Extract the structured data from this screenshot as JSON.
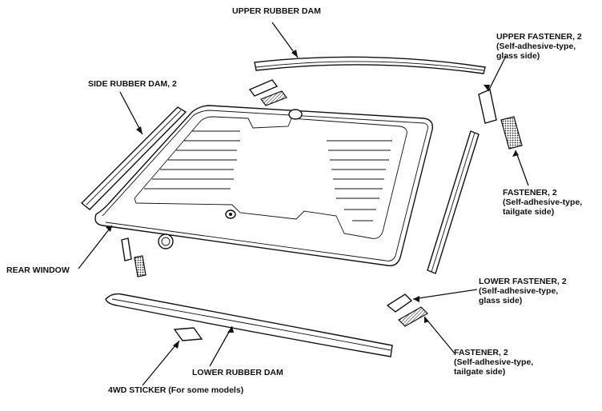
{
  "labels": {
    "upper_rubber_dam": "UPPER RUBBER DAM",
    "upper_fastener": [
      "UPPER FASTENER, 2",
      "(Self-adhesive-type,",
      "glass side)"
    ],
    "side_rubber_dam": "SIDE RUBBER DAM, 2",
    "fastener_tailgate_upper": [
      "FASTENER, 2",
      "(Self-adhesive-type,",
      "tailgate side)"
    ],
    "rear_window": "REAR WINDOW",
    "lower_fastener": [
      "LOWER FASTENER, 2",
      "(Self-adhesive-type,",
      "glass side)"
    ],
    "fastener_tailgate_lower": [
      "FASTENER, 2",
      "(Self-adhesive-type,",
      "tailgate side)"
    ],
    "lower_rubber_dam": "LOWER RUBBER DAM",
    "sticker_4wd": "4WD STICKER (For some models)"
  },
  "colors": {
    "ink": "#111111",
    "paper": "#ffffff",
    "hatch": "#555555"
  }
}
